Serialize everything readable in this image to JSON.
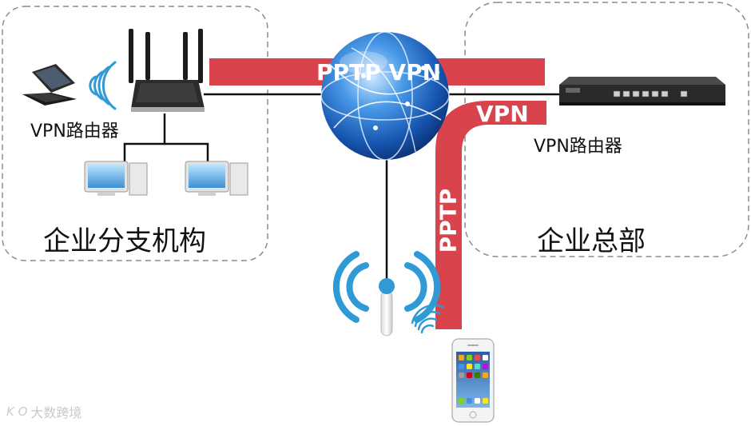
{
  "branch": {
    "region_label": "企业分支机构",
    "router_label": "VPN路由器"
  },
  "hq": {
    "region_label": "企业总部",
    "router_label": "VPN路由器"
  },
  "tunnels": {
    "main_label": "PPTP VPN",
    "mobile_label_horizontal": "VPN",
    "mobile_label_vertical": "PPTP"
  },
  "watermark": {
    "logo": "K O",
    "text": "大数跨境"
  },
  "colors": {
    "tunnel": "#d9434b",
    "dashed_border": "#8c8c8c",
    "wifi_blue": "#2f9ad6",
    "globe": "#1f66c2"
  },
  "icons": [
    "laptop-icon",
    "wifi-router-icon",
    "desktop-computer-icon",
    "globe-icon",
    "rack-router-icon",
    "wireless-access-point-icon",
    "smartphone-icon"
  ]
}
